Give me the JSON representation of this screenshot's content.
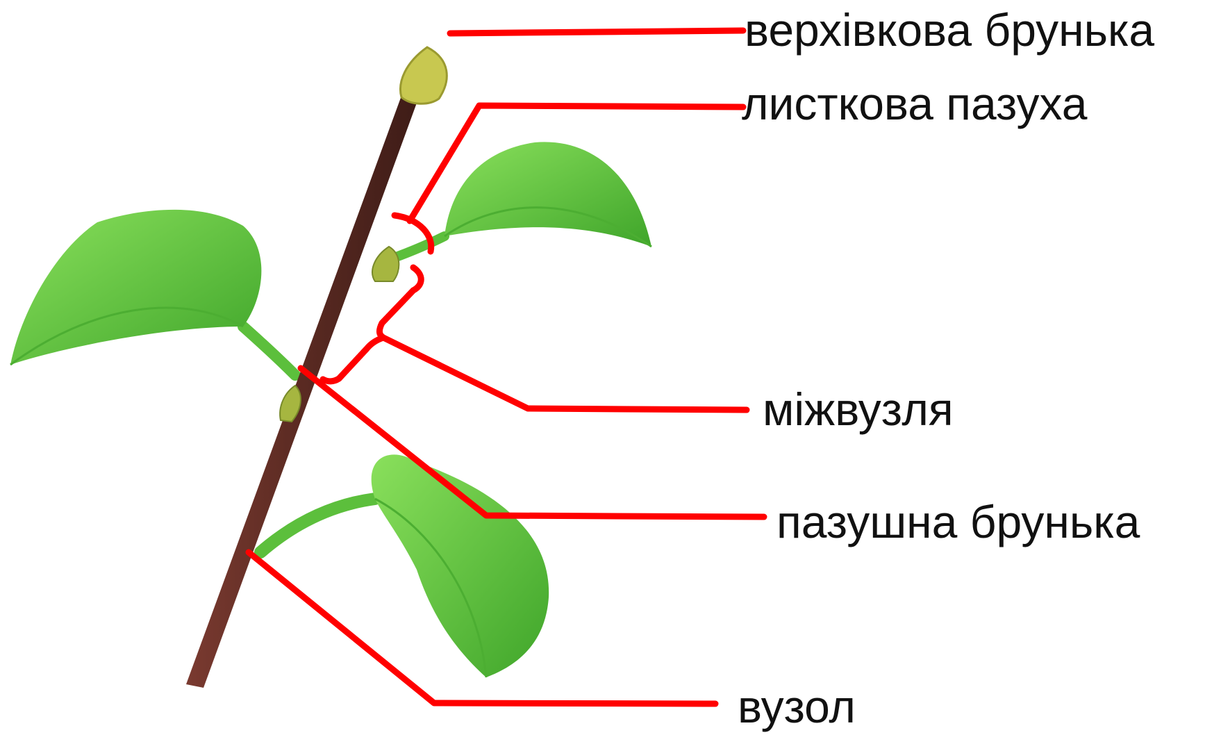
{
  "colors": {
    "leader_line": "#ff0000",
    "stem": "#5a2a22",
    "leaf": "#6fcf45",
    "leaf_dark": "#3fa52a",
    "bud": "#c8c850",
    "label_text": "#111111"
  },
  "labels": {
    "apical_bud": "верхівкова брунька",
    "leaf_axil": "листкова пазуха",
    "internode": "міжвузля",
    "axillary_bud": "пазушна брунька",
    "node": "вузол"
  }
}
